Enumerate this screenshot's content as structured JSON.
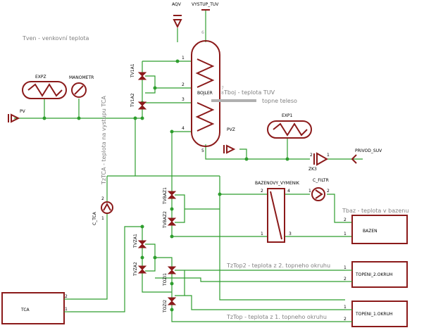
{
  "labels": {
    "aqv": "AQV",
    "vystup_tuv": "VYSTUP_TUV",
    "tven": "Tven - venkovní teplota",
    "expz": "EXPZ",
    "manometr": "MANOMETR",
    "pv": "PV",
    "tv1a1": "TV1A1",
    "tv1a2": "TV1A2",
    "bojler": "BOJLER",
    "tboj": "Tboj - teplota TUV",
    "topne_teleso": "topne teleso",
    "exp1": "EXP1",
    "pvz": "PVZ",
    "privod_suv": "PRIVOD_SUV",
    "zk3": "ZK3",
    "tztca": "TzTCA - teplota na vystupu TCA",
    "c_tca": "C_TCA",
    "tvbaz1": "TVBAZ1",
    "tvbaz2": "TVBAZ2",
    "bazenovy_vymenik": "BAZENOVY_VYMENIK",
    "c_filtr": "C_FILTR",
    "tbaz": "Tbaz - teplota v bazenu",
    "bazen": "BAZEN",
    "tvza1": "TVZA1",
    "tvza2": "TVZA2",
    "tozi1": "TOZI1",
    "tozi2": "TOZI2",
    "tztop2": "TzTop2 - teplota z 2. topneho okruhu",
    "topeni_2": "TOPENI_2.OKRUH",
    "topeni_1": "TOPENI_1.OKRUH",
    "tztop": "TzTop - teplota z 1. topneho okruhu",
    "tca": "TCA"
  },
  "pins": {
    "p1": "1",
    "p2": "2",
    "p3": "3",
    "p4": "4",
    "p5": "5",
    "p6": "6",
    "p7": "7",
    "p8": "8"
  },
  "colors": {
    "component": "#8b1a1a",
    "wire": "#2e9e2e",
    "label": "#000000",
    "annotation": "#808080"
  }
}
